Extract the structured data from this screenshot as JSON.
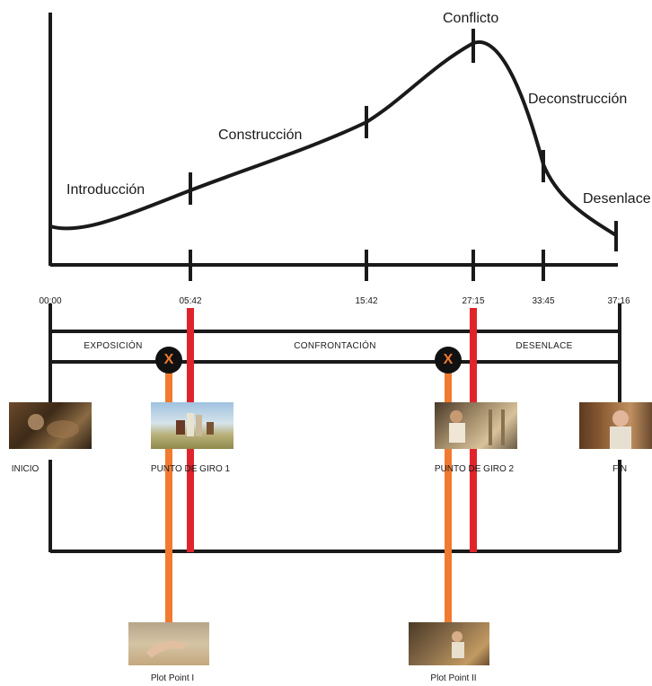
{
  "phases": {
    "introduccion": "Introducción",
    "construccion": "Construcción",
    "conflicto": "Conflicto",
    "deconstruccion": "Deconstrucción",
    "desenlace": "Desenlace"
  },
  "timestamps": [
    "00:00",
    "05:42",
    "15:42",
    "27:15",
    "33:45",
    "37:16"
  ],
  "acts": {
    "exposicion": "EXPOSICIÓN",
    "confrontacion": "CONFRONTACIÓN",
    "desenlace": "DESENLACE"
  },
  "turning_point_marker": "X",
  "frames": {
    "inicio": "INICIO",
    "punto_giro_1": "PUNTO DE GIRO 1",
    "punto_giro_2": "PUNTO DE GIRO 2",
    "fin": "FIN",
    "plot_point_1": "Plot Point I",
    "plot_point_2": "Plot Point II"
  },
  "colors": {
    "line": "#1a1a1a",
    "red_marker": "#e0242b",
    "orange_marker": "#f07a30",
    "x_circle": "#111111"
  }
}
